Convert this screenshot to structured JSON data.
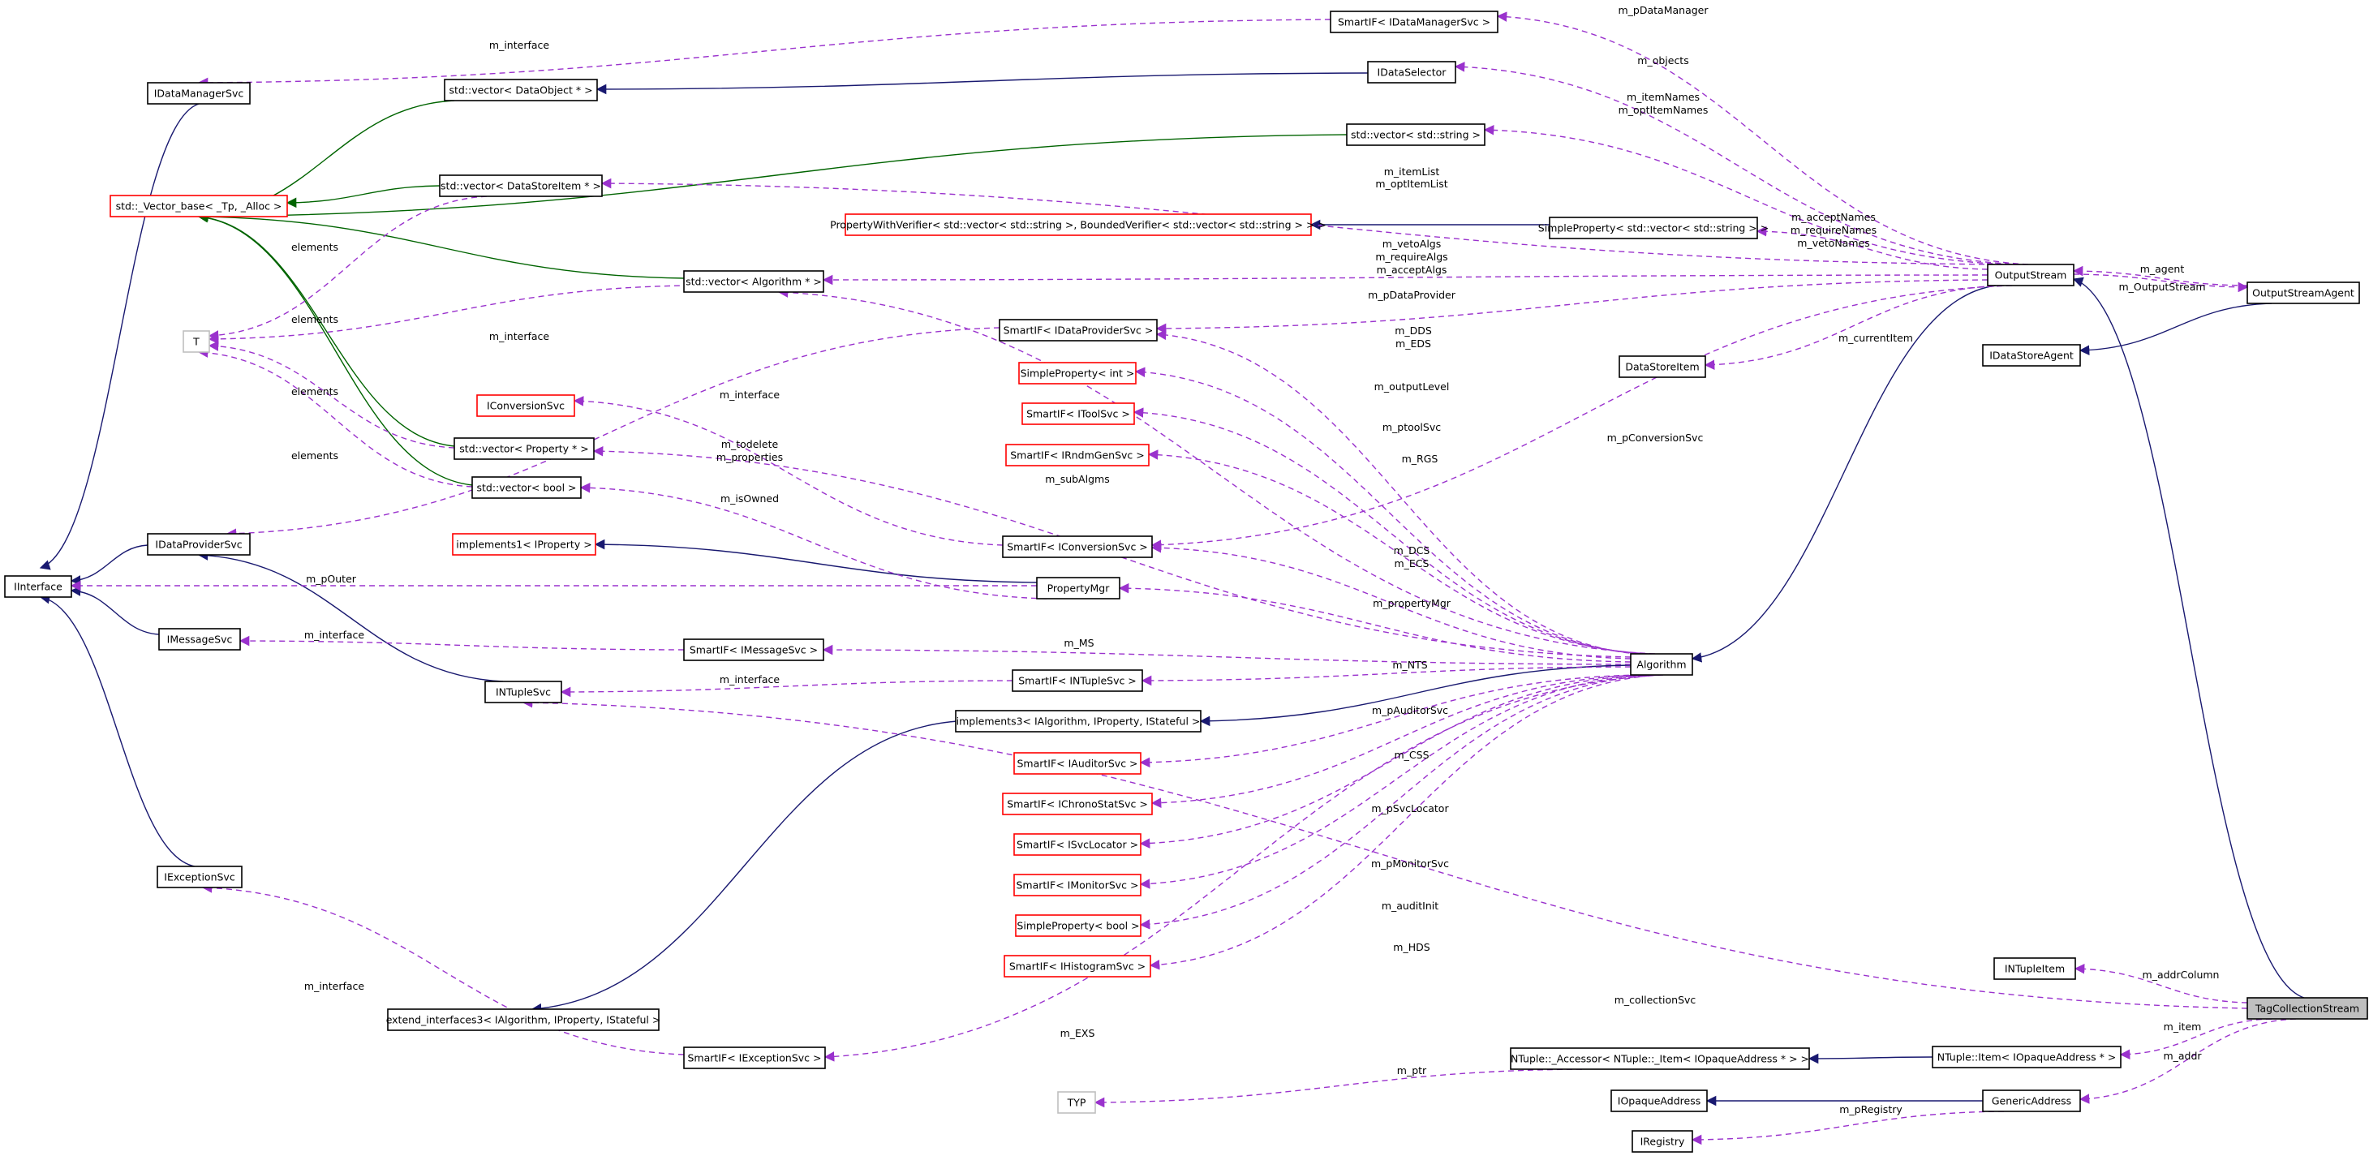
{
  "colors": {
    "node_border": "#000000",
    "incomplete_border": "#ff0000",
    "hidden_border": "#bfbfbf",
    "highlight_fill": "#bfbfbf",
    "inheritance_public": "#191970",
    "inheritance_template": "#006400",
    "usage": "#9a32cd"
  },
  "nodes": [
    {
      "id": "SI_DataManager",
      "label": "SmartIF< IDataManagerSvc >",
      "style": "normal"
    },
    {
      "id": "IDataManagerSvc",
      "label": "IDataManagerSvc",
      "style": "normal"
    },
    {
      "id": "vec_DataObject",
      "label": "std::vector< DataObject * >",
      "style": "normal"
    },
    {
      "id": "IDataSelector",
      "label": "IDataSelector",
      "style": "normal"
    },
    {
      "id": "vec_string",
      "label": "std::vector< std::string >",
      "style": "normal"
    },
    {
      "id": "vec_DataStoreItem",
      "label": "std::vector< DataStoreItem * >",
      "style": "normal"
    },
    {
      "id": "Vector_base",
      "label": "std::_Vector_base< _Tp, _Alloc >",
      "style": "incomplete"
    },
    {
      "id": "PropWithVerifier",
      "label": "PropertyWithVerifier< std::vector< std::string >, BoundedVerifier< std::vector< std::string > > >",
      "style": "incomplete"
    },
    {
      "id": "SimpleProp_vecstr",
      "label": "SimpleProperty< std::vector< std::string > >",
      "style": "normal"
    },
    {
      "id": "vec_Algorithm",
      "label": "std::vector< Algorithm * >",
      "style": "normal"
    },
    {
      "id": "OutputStream",
      "label": "OutputStream",
      "style": "normal"
    },
    {
      "id": "OutputStreamAgent",
      "label": "OutputStreamAgent",
      "style": "normal"
    },
    {
      "id": "T",
      "label": "T",
      "style": "hidden"
    },
    {
      "id": "SI_DataProvider",
      "label": "SmartIF< IDataProviderSvc >",
      "style": "normal"
    },
    {
      "id": "DataStoreItem",
      "label": "DataStoreItem",
      "style": "normal"
    },
    {
      "id": "IDataStoreAgent",
      "label": "IDataStoreAgent",
      "style": "normal"
    },
    {
      "id": "SimpleProp_int",
      "label": "SimpleProperty< int >",
      "style": "incomplete"
    },
    {
      "id": "IConversionSvc",
      "label": "IConversionSvc",
      "style": "incomplete"
    },
    {
      "id": "SI_ToolSvc",
      "label": "SmartIF< IToolSvc >",
      "style": "incomplete"
    },
    {
      "id": "vec_Property",
      "label": "std::vector< Property * >",
      "style": "normal"
    },
    {
      "id": "SI_RndmGen",
      "label": "SmartIF< IRndmGenSvc >",
      "style": "incomplete"
    },
    {
      "id": "vec_bool",
      "label": "std::vector< bool >",
      "style": "normal"
    },
    {
      "id": "IDataProviderSvc",
      "label": "IDataProviderSvc",
      "style": "normal"
    },
    {
      "id": "impl1_IProperty",
      "label": "implements1< IProperty >",
      "style": "incomplete"
    },
    {
      "id": "SI_Conversion",
      "label": "SmartIF< IConversionSvc >",
      "style": "normal"
    },
    {
      "id": "IInterface",
      "label": "IInterface",
      "style": "normal"
    },
    {
      "id": "PropertyMgr",
      "label": "PropertyMgr",
      "style": "normal"
    },
    {
      "id": "IMessageSvc",
      "label": "IMessageSvc",
      "style": "normal"
    },
    {
      "id": "SI_MessageSvc",
      "label": "SmartIF< IMessageSvc >",
      "style": "normal"
    },
    {
      "id": "Algorithm",
      "label": "Algorithm",
      "style": "normal"
    },
    {
      "id": "INTupleSvc",
      "label": "INTupleSvc",
      "style": "normal"
    },
    {
      "id": "SI_NTupleSvc",
      "label": "SmartIF< INTupleSvc >",
      "style": "normal"
    },
    {
      "id": "impl3",
      "label": "implements3< IAlgorithm, IProperty, IStateful >",
      "style": "normal"
    },
    {
      "id": "SI_Auditor",
      "label": "SmartIF< IAuditorSvc >",
      "style": "incomplete"
    },
    {
      "id": "SI_Chrono",
      "label": "SmartIF< IChronoStatSvc >",
      "style": "incomplete"
    },
    {
      "id": "SI_SvcLocator",
      "label": "SmartIF< ISvcLocator >",
      "style": "incomplete"
    },
    {
      "id": "IExceptionSvc",
      "label": "IExceptionSvc",
      "style": "normal"
    },
    {
      "id": "SI_Monitor",
      "label": "SmartIF< IMonitorSvc >",
      "style": "incomplete"
    },
    {
      "id": "SimpleProp_bool",
      "label": "SimpleProperty< bool >",
      "style": "incomplete"
    },
    {
      "id": "SI_Histogram",
      "label": "SmartIF< IHistogramSvc >",
      "style": "incomplete"
    },
    {
      "id": "INTupleItem",
      "label": "INTupleItem",
      "style": "normal"
    },
    {
      "id": "TagCollectionStream",
      "label": "TagCollectionStream",
      "style": "highlight"
    },
    {
      "id": "extend3",
      "label": "extend_interfaces3< IAlgorithm, IProperty, IStateful >",
      "style": "normal"
    },
    {
      "id": "SI_Exception",
      "label": "SmartIF< IExceptionSvc >",
      "style": "normal"
    },
    {
      "id": "NT_Accessor",
      "label": "NTuple::_Accessor< NTuple::_Item< IOpaqueAddress * > >",
      "style": "normal"
    },
    {
      "id": "NT_Item",
      "label": "NTuple::Item< IOpaqueAddress * >",
      "style": "normal"
    },
    {
      "id": "TYP",
      "label": "TYP",
      "style": "hidden"
    },
    {
      "id": "IOpaqueAddress",
      "label": "IOpaqueAddress",
      "style": "normal"
    },
    {
      "id": "GenericAddress",
      "label": "GenericAddress",
      "style": "normal"
    },
    {
      "id": "IRegistry",
      "label": "IRegistry",
      "style": "normal"
    }
  ],
  "edge_labels": [
    {
      "id": "lbl_m_pDataManager",
      "text": "m_pDataManager"
    },
    {
      "id": "lbl_m_interface_top",
      "text": "m_interface"
    },
    {
      "id": "lbl_m_objects",
      "text": "m_objects"
    },
    {
      "id": "lbl_m_itemNames",
      "text": "m_itemNames"
    },
    {
      "id": "lbl_m_optItemNames",
      "text": "m_optItemNames"
    },
    {
      "id": "lbl_m_itemList",
      "text": "m_itemList"
    },
    {
      "id": "lbl_m_optItemList",
      "text": "m_optItemList"
    },
    {
      "id": "lbl_m_acceptNames",
      "text": "m_acceptNames"
    },
    {
      "id": "lbl_m_requireNames",
      "text": "m_requireNames"
    },
    {
      "id": "lbl_m_vetoNames",
      "text": "m_vetoNames"
    },
    {
      "id": "lbl_elements_1",
      "text": "elements"
    },
    {
      "id": "lbl_m_vetoAlgs",
      "text": "m_vetoAlgs"
    },
    {
      "id": "lbl_m_requireAlgs",
      "text": "m_requireAlgs"
    },
    {
      "id": "lbl_m_acceptAlgs",
      "text": "m_acceptAlgs"
    },
    {
      "id": "lbl_m_agent",
      "text": "m_agent"
    },
    {
      "id": "lbl_m_OutputStream",
      "text": "m_OutputStream"
    },
    {
      "id": "lbl_elements_2",
      "text": "elements"
    },
    {
      "id": "lbl_m_interface_mid",
      "text": "m_interface"
    },
    {
      "id": "lbl_m_pDataProvider",
      "text": "m_pDataProvider"
    },
    {
      "id": "lbl_m_DDS",
      "text": "m_DDS"
    },
    {
      "id": "lbl_m_EDS",
      "text": "m_EDS"
    },
    {
      "id": "lbl_m_currentItem",
      "text": "m_currentItem"
    },
    {
      "id": "lbl_elements_3",
      "text": "elements"
    },
    {
      "id": "lbl_m_outputLevel",
      "text": "m_outputLevel"
    },
    {
      "id": "lbl_m_interface_conv",
      "text": "m_interface"
    },
    {
      "id": "lbl_m_ptoolSvc",
      "text": "m_ptoolSvc"
    },
    {
      "id": "lbl_m_todelete",
      "text": "m_todelete"
    },
    {
      "id": "lbl_m_properties",
      "text": "m_properties"
    },
    {
      "id": "lbl_m_pConversionSvc",
      "text": "m_pConversionSvc"
    },
    {
      "id": "lbl_elements_4",
      "text": "elements"
    },
    {
      "id": "lbl_m_RGS",
      "text": "m_RGS"
    },
    {
      "id": "lbl_m_subAlgms",
      "text": "m_subAlgms"
    },
    {
      "id": "lbl_m_isOwned",
      "text": "m_isOwned"
    },
    {
      "id": "lbl_m_DCS",
      "text": "m_DCS"
    },
    {
      "id": "lbl_m_ECS",
      "text": "m_ECS"
    },
    {
      "id": "lbl_m_pOuter",
      "text": "m_pOuter"
    },
    {
      "id": "lbl_m_propertyMgr",
      "text": "m_propertyMgr"
    },
    {
      "id": "lbl_m_interface_msg",
      "text": "m_interface"
    },
    {
      "id": "lbl_m_MS",
      "text": "m_MS"
    },
    {
      "id": "lbl_m_interface_nt",
      "text": "m_interface"
    },
    {
      "id": "lbl_m_NTS",
      "text": "m_NTS"
    },
    {
      "id": "lbl_m_pAuditorSvc",
      "text": "m_pAuditorSvc"
    },
    {
      "id": "lbl_m_CSS",
      "text": "m_CSS"
    },
    {
      "id": "lbl_m_pSvcLocator",
      "text": "m_pSvcLocator"
    },
    {
      "id": "lbl_m_pMonitorSvc",
      "text": "m_pMonitorSvc"
    },
    {
      "id": "lbl_m_auditInit",
      "text": "m_auditInit"
    },
    {
      "id": "lbl_m_HDS",
      "text": "m_HDS"
    },
    {
      "id": "lbl_m_interface_exc",
      "text": "m_interface"
    },
    {
      "id": "lbl_m_addrColumn",
      "text": "m_addrColumn"
    },
    {
      "id": "lbl_m_collectionSvc",
      "text": "m_collectionSvc"
    },
    {
      "id": "lbl_m_EXS",
      "text": "m_EXS"
    },
    {
      "id": "lbl_m_item",
      "text": "m_item"
    },
    {
      "id": "lbl_m_addr",
      "text": "m_addr"
    },
    {
      "id": "lbl_m_ptr",
      "text": "m_ptr"
    },
    {
      "id": "lbl_m_pRegistry",
      "text": "m_pRegistry"
    }
  ]
}
